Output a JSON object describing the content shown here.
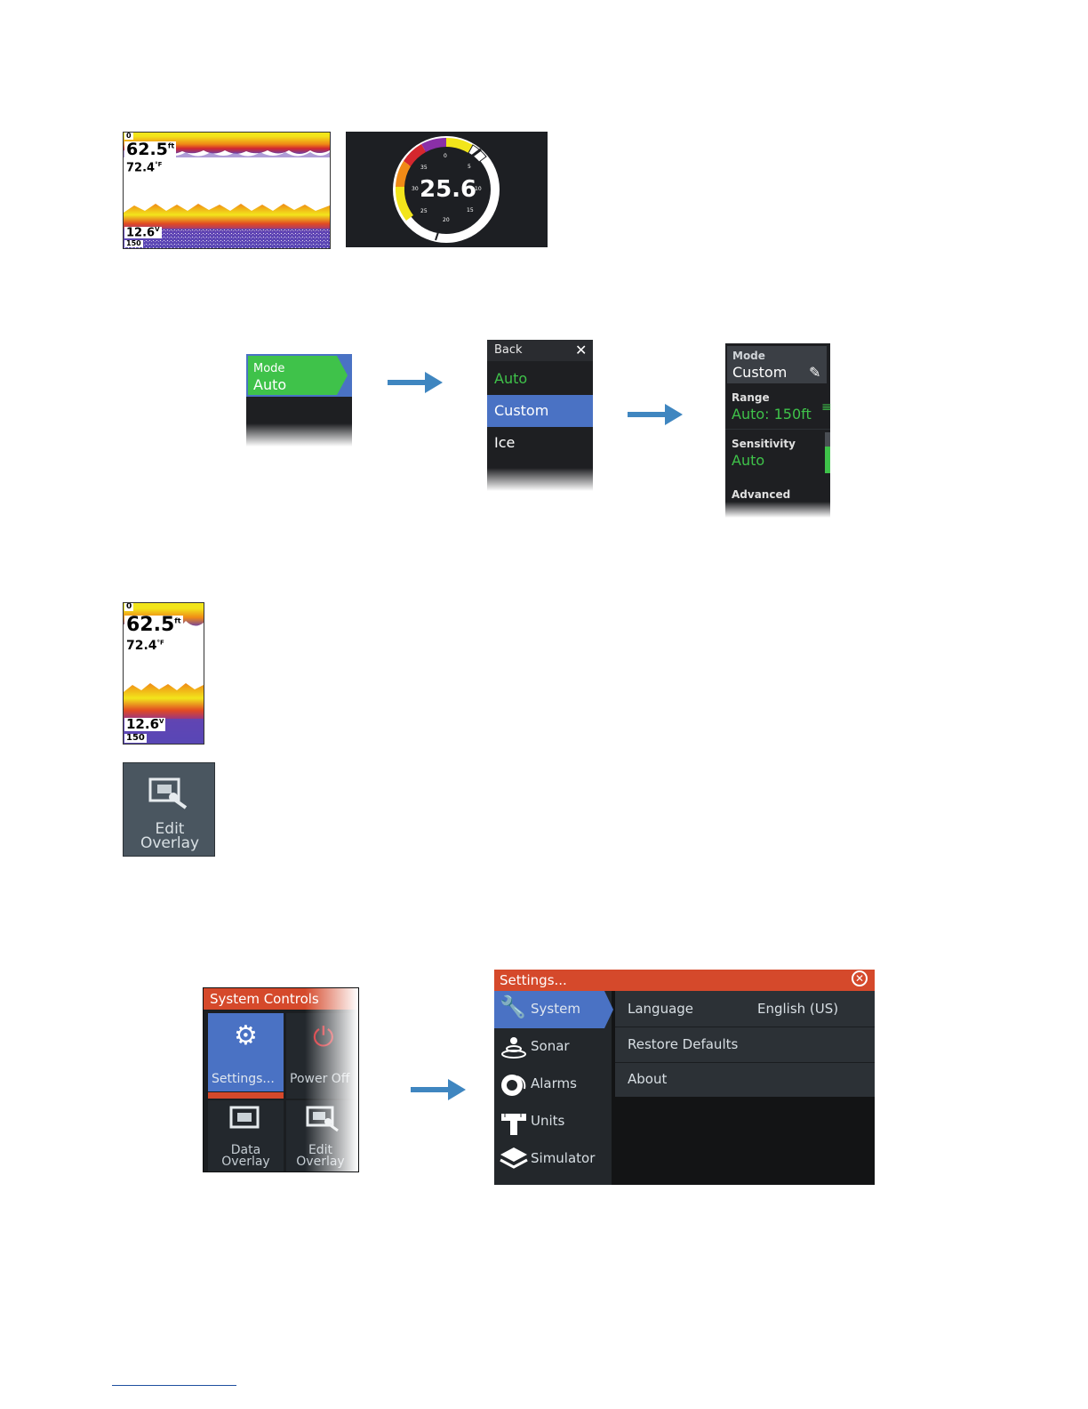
{
  "sonar_wide": {
    "top_label": "0",
    "depth": "62.5",
    "depth_unit": "ft",
    "temp": "72.4",
    "temp_unit": "°F",
    "voltage": "12.6",
    "voltage_unit": "V",
    "range": "150"
  },
  "dial": {
    "value": "25.6",
    "ticks": [
      "0",
      "5",
      "10",
      "15",
      "20",
      "25",
      "30",
      "35"
    ]
  },
  "mode_tile": {
    "title": "Mode",
    "value": "Auto"
  },
  "mode_menu": {
    "back_label": "Back",
    "items": [
      "Auto",
      "Custom",
      "Ice"
    ]
  },
  "settings_panel": {
    "mode_title": "Mode",
    "mode_value": "Custom",
    "range_title": "Range",
    "range_value": "Auto: 150ft",
    "sensitivity_title": "Sensitivity",
    "sensitivity_value": "Auto",
    "advanced_label": "Advanced"
  },
  "sonar_narrow": {
    "top_label": "0",
    "depth": "62.5",
    "depth_unit": "ft",
    "temp": "72.4",
    "temp_unit": "°F",
    "voltage": "12.6",
    "voltage_unit": "V",
    "range": "150"
  },
  "edit_overlay_button": {
    "line1": "Edit",
    "line2": "Overlay"
  },
  "system_controls": {
    "title": "System Controls",
    "tiles": [
      {
        "label": "Settings..."
      },
      {
        "label": "Power Off"
      },
      {
        "line1": "Data",
        "line2": "Overlay"
      },
      {
        "line1": "Edit",
        "line2": "Overlay"
      }
    ]
  },
  "settings_dialog": {
    "title": "Settings...",
    "categories": [
      "System",
      "Sonar",
      "Alarms",
      "Units",
      "Simulator"
    ],
    "rows": [
      {
        "label": "Language",
        "value": "English (US)"
      },
      {
        "label": "Restore Defaults"
      },
      {
        "label": "About"
      }
    ]
  },
  "colors": {
    "accent_blue": "#4a72c4",
    "brand_red": "#d5492b",
    "green": "#3fc24a",
    "arrow_blue": "#3f86c0"
  }
}
